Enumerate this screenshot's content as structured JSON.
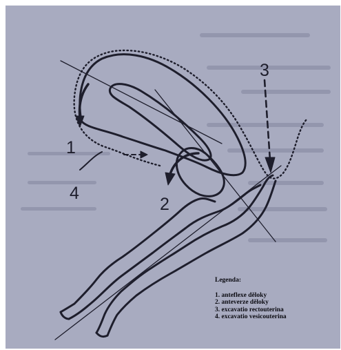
{
  "labels": {
    "l1": "1",
    "l2": "2",
    "l3": "3",
    "l4": "4"
  },
  "legend": {
    "title": "Legenda:",
    "items": [
      "1. anteflexe děloky",
      "2. anteverze děloky",
      "3. excavatio rectouterina",
      "4. excavatio vesicouterina"
    ]
  },
  "colors": {
    "background": "#a8abc0",
    "ink": "#1e1e2c"
  }
}
